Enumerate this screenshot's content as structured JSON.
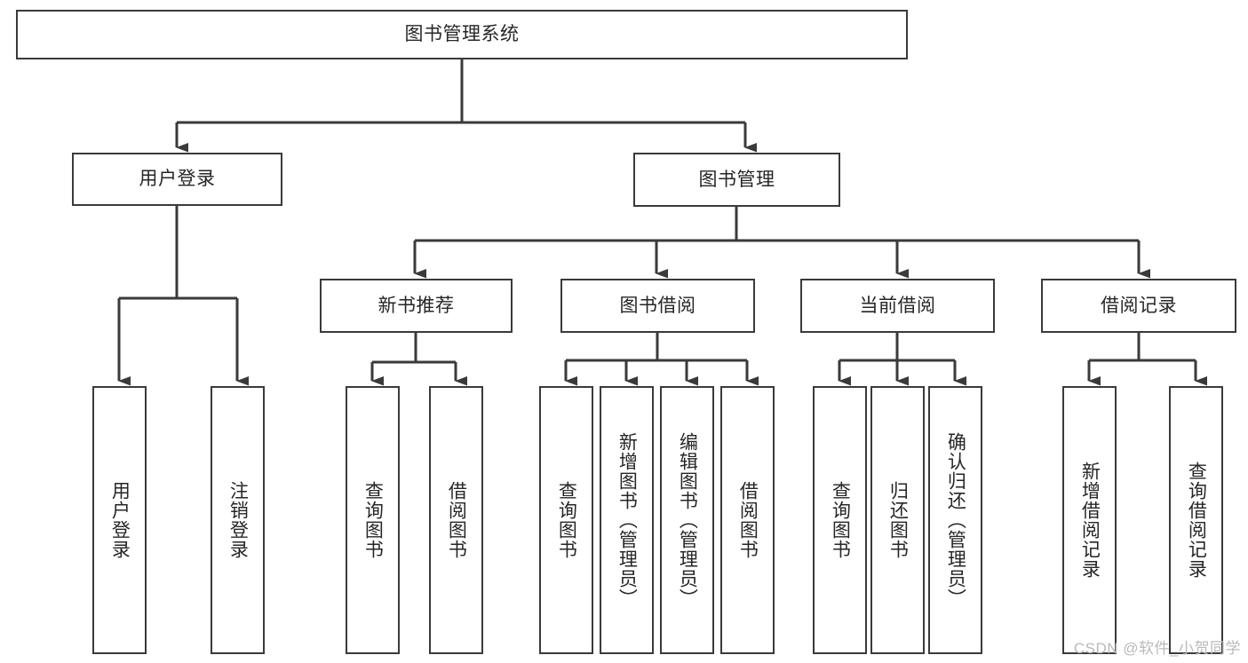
{
  "diagram": {
    "type": "tree-hierarchy-diagram",
    "title": "图书管理系统",
    "colors": {
      "background": "#ffffff",
      "box_border": "#3a3a3a",
      "box_fill": "#ffffff",
      "text": "#262626",
      "connector": "#3a3a3a",
      "watermark": "#b9b9b9"
    },
    "watermark": "CSDN @软件_小贺同学",
    "levels": {
      "root": {
        "label": "图书管理系统"
      },
      "level2": [
        {
          "label": "用户登录"
        },
        {
          "label": "图书管理"
        }
      ],
      "level3": [
        {
          "label": "新书推荐"
        },
        {
          "label": "图书借阅"
        },
        {
          "label": "当前借阅"
        },
        {
          "label": "借阅记录"
        }
      ],
      "leaves": {
        "user_login": [
          {
            "label": "用户登录"
          },
          {
            "label": "注销登录"
          }
        ],
        "new_book_recommend": [
          {
            "label": "查询图书"
          },
          {
            "label": "借阅图书"
          }
        ],
        "book_borrow": [
          {
            "label": "查询图书"
          },
          {
            "label": "新增图书（管理员）"
          },
          {
            "label": "编辑图书（管理员）"
          },
          {
            "label": "借阅图书"
          }
        ],
        "current_borrow": [
          {
            "label": "查询图书"
          },
          {
            "label": "归还图书"
          },
          {
            "label": "确认归还（管理员）"
          }
        ],
        "borrow_record": [
          {
            "label": "新增借阅记录"
          },
          {
            "label": "查询借阅记录"
          }
        ]
      }
    }
  }
}
